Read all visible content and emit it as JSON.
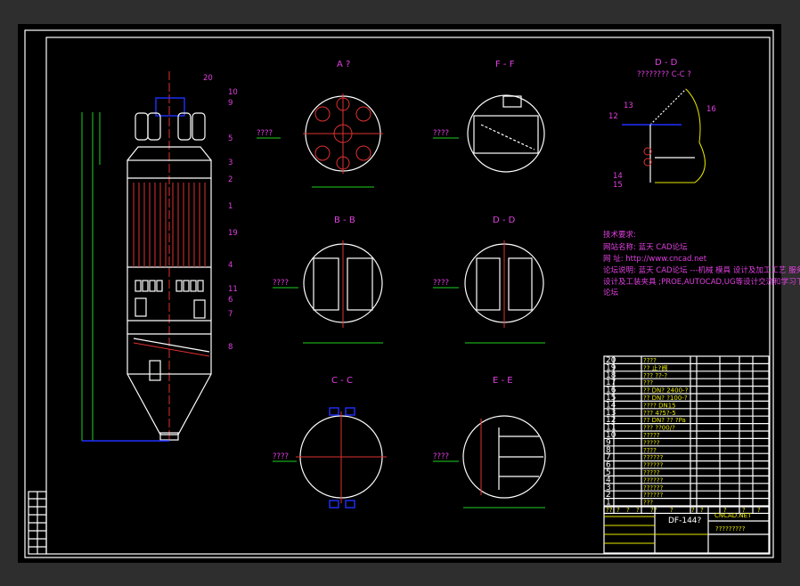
{
  "sections": {
    "a": "A ?",
    "f": "F - F",
    "dd_top": "D - D",
    "dd_top_caption": "???????? C-C ?",
    "b": "B - B",
    "d": "D - D",
    "c": "C - C",
    "e": "E - E"
  },
  "view_arrows": [
    "????",
    "????",
    "????",
    "????",
    "????",
    "????"
  ],
  "part_numbers": [
    "20",
    "10",
    "9",
    "5",
    "3",
    "2",
    "1",
    "19",
    "4",
    "11",
    "6",
    "7",
    "8"
  ],
  "detail_numbers": [
    "13",
    "12",
    "16",
    "15",
    "14"
  ],
  "notes": [
    "技术要求:",
    "网站名称: 蓝天 CAD论坛",
    "网    址: http://www.cncad.net",
    "论坛说明: 蓝天 CAD论坛 ---机械 模具 设计及加工工艺 服务",
    "设计及工装夹具 ;PROE,AUTOCAD,UG等设计交流和学习下载网站专业",
    "论坛"
  ],
  "bom": [
    {
      "no": "20",
      "name": "????"
    },
    {
      "no": "19",
      "name": "??  止?阀"
    },
    {
      "no": "18",
      "name": "???  ??-?"
    },
    {
      "no": "17",
      "name": "???"
    },
    {
      "no": "16",
      "name": "?? DN?  2400-?"
    },
    {
      "no": "15",
      "name": "?? DN?  ?100-?"
    },
    {
      "no": "14",
      "name": "???? DN15"
    },
    {
      "no": "13",
      "name": "???  4?5?-5"
    },
    {
      "no": "12",
      "name": "?? DN?  ?? ?Pa"
    },
    {
      "no": "11",
      "name": "???  ??00/?"
    },
    {
      "no": "10",
      "name": "?????"
    },
    {
      "no": "9",
      "name": "?????"
    },
    {
      "no": "8",
      "name": "????"
    },
    {
      "no": "7",
      "name": "??????"
    },
    {
      "no": "6",
      "name": "??????"
    },
    {
      "no": "5",
      "name": "?????"
    },
    {
      "no": "4",
      "name": "??????"
    },
    {
      "no": "3",
      "name": "??????"
    },
    {
      "no": "2",
      "name": "??????"
    },
    {
      "no": "1",
      "name": "???"
    }
  ],
  "bom_header": [
    "??",
    "?",
    "?",
    "?",
    "??",
    "?",
    "?",
    "?",
    "?",
    "?",
    "?"
  ],
  "title_block": {
    "drawing_no": "DF-144?",
    "company": "CNCAD.NET",
    "drawing_name": "?????????"
  }
}
